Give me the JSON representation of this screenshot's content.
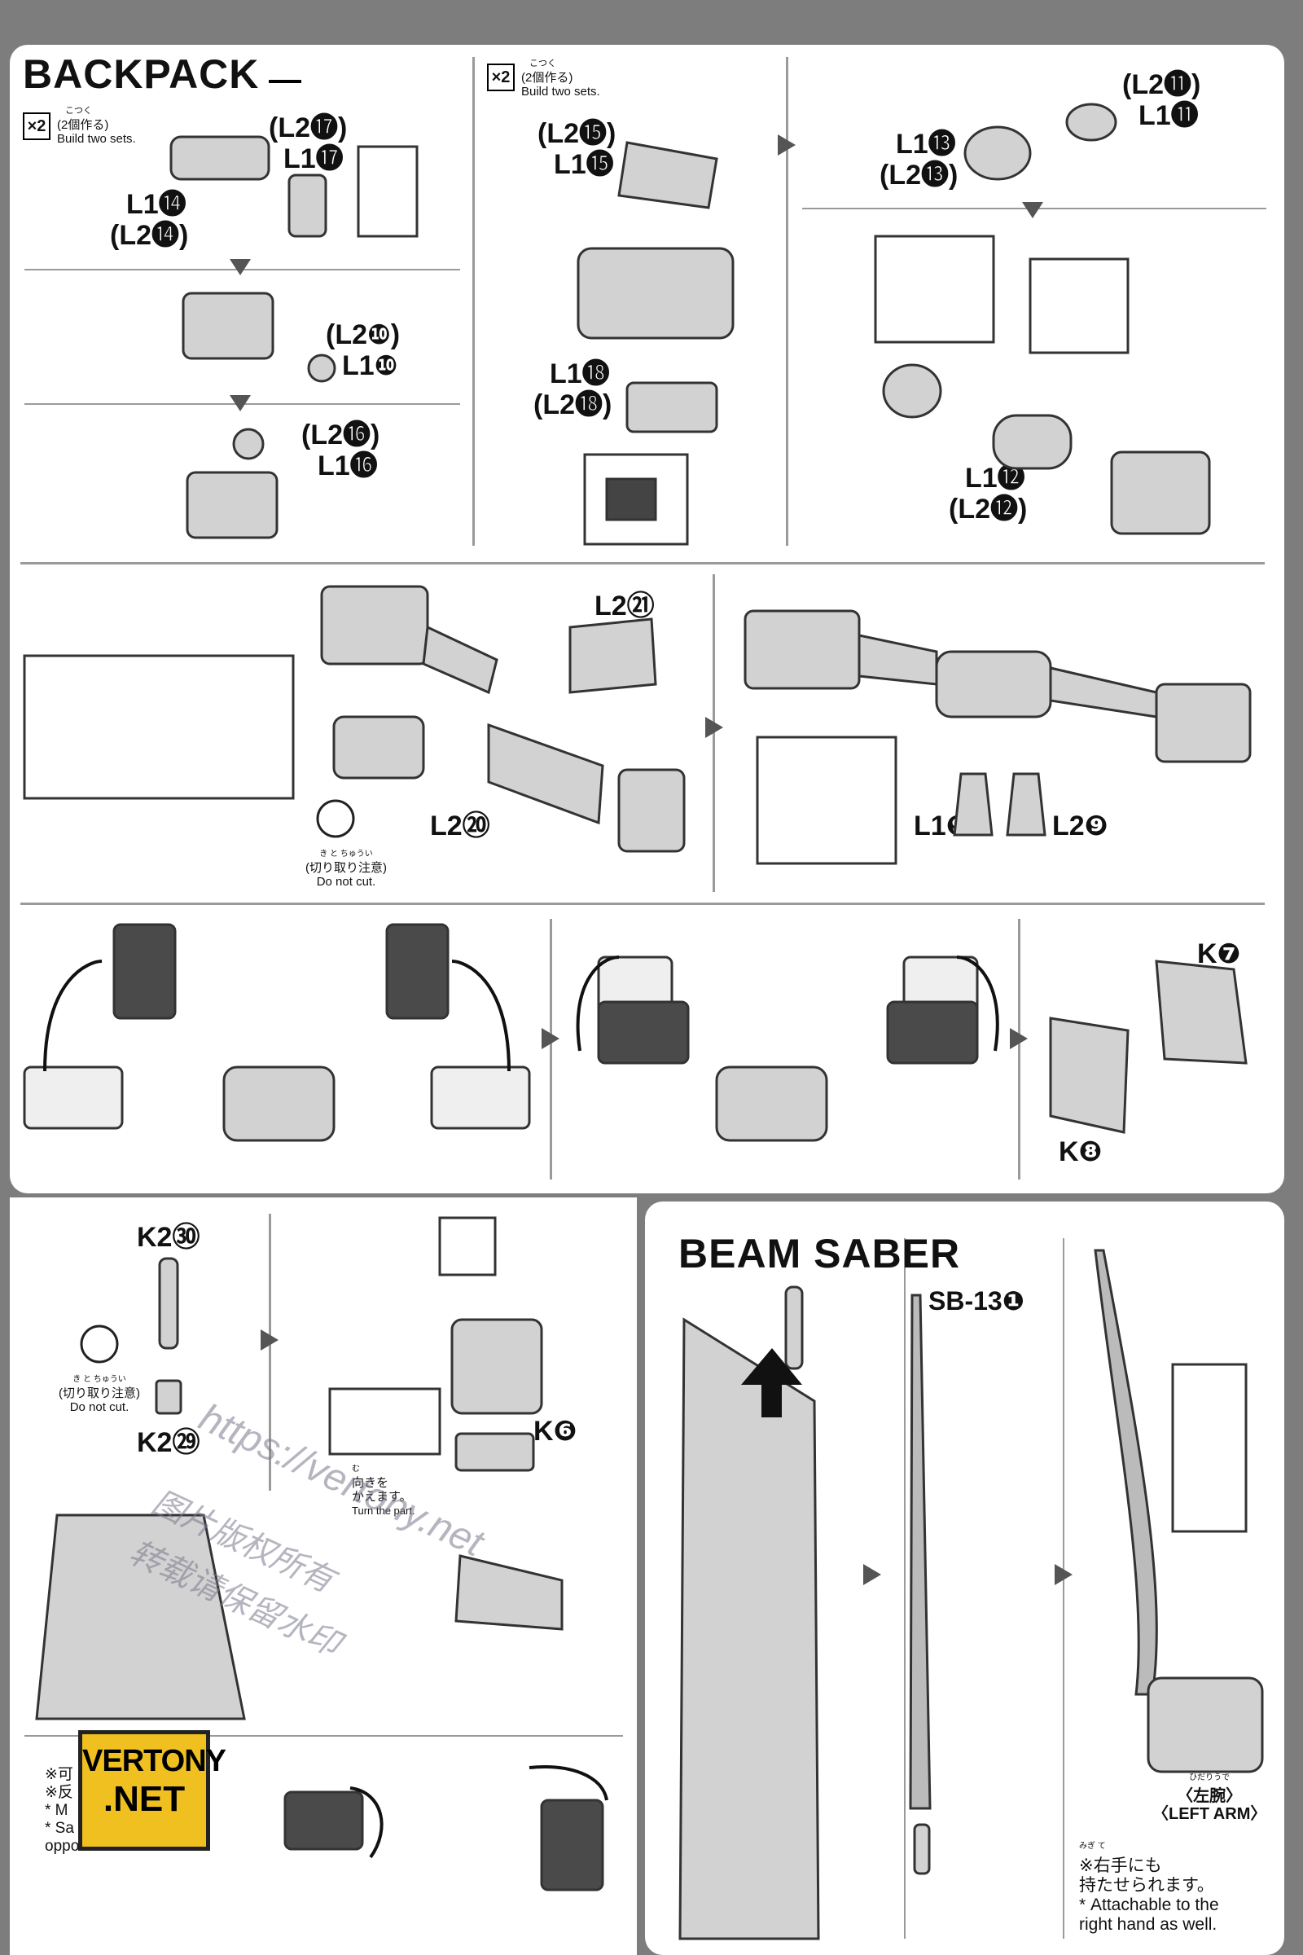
{
  "backpack": {
    "title": "BACKPACK",
    "build_two_label": "×2",
    "build_two_ruby": "こつく",
    "build_two_jp": "(2個作る)",
    "build_two_en": "Build two sets.",
    "parts": {
      "l2_17": "(L2⓱)",
      "l1_17": "L1⓱",
      "l1_14": "L1⓮",
      "l2_14": "(L2⓮)",
      "l2_10": "(L2❿)",
      "l1_10": "L1❿",
      "l2_16": "(L2⓰)",
      "l1_16": "L1⓰",
      "l2_15": "(L2⓯)",
      "l1_15": "L1⓯",
      "l1_18": "L1⓲",
      "l2_18": "(L2⓲)",
      "l2_11": "(L2⓫)",
      "l1_11": "L1⓫",
      "l1_13": "L1⓭",
      "l2_13": "(L2⓭)",
      "l1_12": "L1⓬",
      "l2_12": "(L2⓬)",
      "l2_21": "L2㉑",
      "l2_20": "L2⑳",
      "l1_9": "L1❾",
      "l2_9": "L2❾",
      "k7": "K❼",
      "k8": "K❽",
      "k2_30": "K2㉚",
      "k2_29": "K2㉙",
      "k6": "K❻"
    },
    "do_not_cut_ruby": "き と ちゅうい",
    "do_not_cut_jp": "(切り取り注意)",
    "do_not_cut_en": "Do not cut.",
    "turn_ruby": "む",
    "turn_jp_1": "向きを",
    "turn_jp_2": "かえます。",
    "turn_en": "Turn the part.",
    "note_jp_1": "※可",
    "note_jp_2": "※反",
    "note_en_1": "* M",
    "note_en_2": "* Sa",
    "note_en_3": "opposite side."
  },
  "beam_saber": {
    "title": "BEAM SABER",
    "part": "SB-13❶",
    "left_arm_ruby": "ひだりうで",
    "left_arm_jp": "〈左腕〉",
    "left_arm_en": "〈LEFT ARM〉",
    "note_ruby": "みぎ て",
    "note_jp_1": "※右手にも",
    "note_jp_2": "持たせられます。",
    "note_en_1": "* Attachable to the",
    "note_en_2": "right hand as well."
  },
  "watermark": {
    "url": "https://vertony.net",
    "line1": "图片版权所有",
    "line2": "转载请保留水印",
    "logo_top": "VERTONY",
    "logo_bottom": ".NET"
  },
  "colors": {
    "page_bg": "#7d7d7d",
    "sheet": "#ffffff",
    "part_fill": "#cfcfcf",
    "dark_part": "#4a4a4a",
    "logo": "#f0c020"
  }
}
